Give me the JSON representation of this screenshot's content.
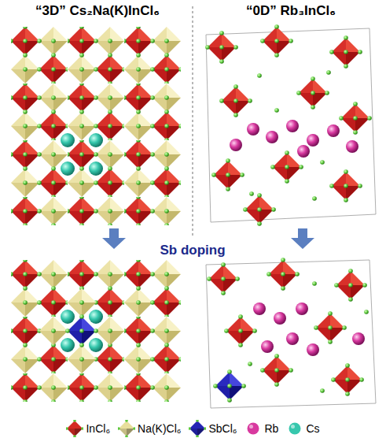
{
  "diagram": {
    "labels": [
      "“3D” Cs₂Na(K)InCl₆",
      "“0D” Rb₃InCl₆",
      "Sb doping"
    ],
    "legend": [
      {
        "text": "InCl₆",
        "color": "#d42a22"
      },
      {
        "text": "Na(K)Cl₆",
        "color": "#e8df9c"
      },
      {
        "text": "SbCl₆",
        "color": "#2424b4"
      },
      {
        "text": "Rb",
        "color": "#d8399f"
      },
      {
        "text": "Cs",
        "color": "#36c7ad"
      }
    ]
  }
}
